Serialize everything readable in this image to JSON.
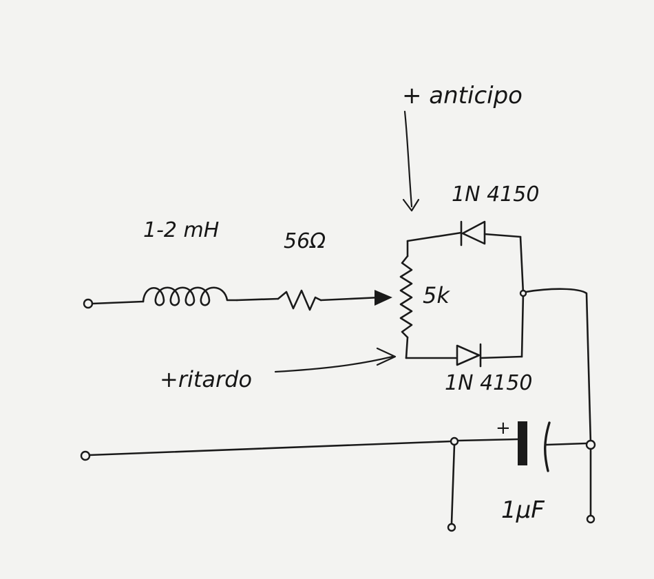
{
  "labels": {
    "inductor": "1-2 mH",
    "resistor": "56Ω",
    "potentiometer": "5k",
    "diode_top": "1N 4150",
    "diode_bottom": "1N 4150",
    "capacitor": "1μF",
    "cap_polarity": "+",
    "anticipo": "+ anticipo",
    "ritardo": "+ritardo"
  }
}
